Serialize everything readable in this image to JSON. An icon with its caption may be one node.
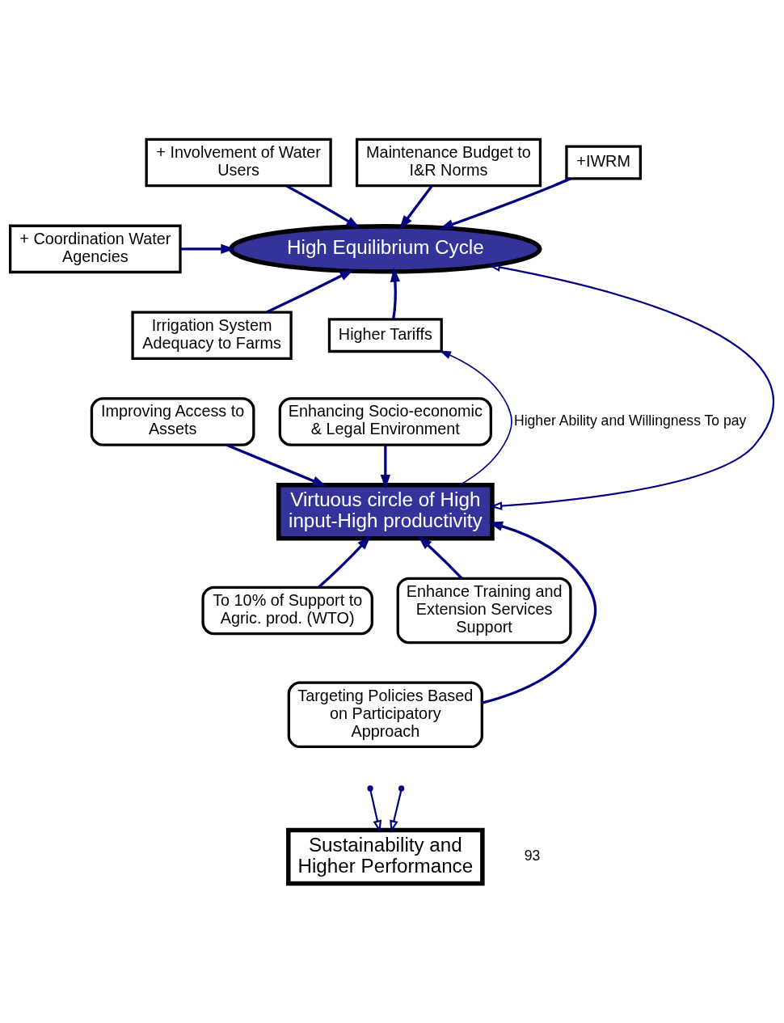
{
  "diagram": {
    "nodes": [
      {
        "text": [
          "+ Involvement of Water Users"
        ]
      },
      {
        "text": [
          "Maintenance Budget to I&R Norms"
        ]
      },
      {
        "text": [
          "+IWRM"
        ]
      },
      {
        "text": [
          "High Equilibrium Cycle"
        ]
      },
      {
        "text": [
          "+ Coordination Water Agencies"
        ]
      },
      {
        "text": [
          "Irrigation System Adequacy to Farms"
        ]
      },
      {
        "text": [
          "Higher Tariffs"
        ]
      },
      {
        "text": [
          "Enhancing Socio-economic & Legal Environment"
        ]
      },
      {
        "text": [
          "Improving Access to Assets"
        ]
      },
      {
        "text": [
          "Virtuous circle of High input-High productivity"
        ]
      },
      {
        "text": [
          "To 10% of Support to Agric. prod. (WTO)"
        ]
      },
      {
        "text": [
          "Enhance Training and Extension Services Support"
        ]
      },
      {
        "text": [
          "Targeting Policies Based on Participatory Approach"
        ]
      },
      {
        "text": [
          "Sustainability and Higher Performance"
        ]
      }
    ],
    "edges": [
      {
        "from": 0,
        "to": 3,
        "arrow": "to"
      },
      {
        "from": 1,
        "to": 3,
        "arrow": "to"
      },
      {
        "from": 2,
        "to": 3,
        "arrow": "to"
      },
      {
        "from": 4,
        "to": 3,
        "arrow": "to"
      },
      {
        "from": 5,
        "to": 3,
        "arrow": "to"
      },
      {
        "from": 6,
        "to": 3,
        "arrow": "to"
      },
      {
        "from": 9,
        "to": 6,
        "arrow": "to",
        "label": "Higher Ability and Willingness To pay"
      },
      {
        "from": 3,
        "to": 9,
        "arrow": "both"
      },
      {
        "from": 7,
        "to": 9,
        "arrow": "to"
      },
      {
        "from": 8,
        "to": 9,
        "arrow": "to"
      },
      {
        "from": 10,
        "to": 9,
        "arrow": "to"
      },
      {
        "from": 11,
        "to": 9,
        "arrow": "to"
      },
      {
        "from": 12,
        "to": 9,
        "arrow": "to"
      },
      {
        "from": null,
        "to": 13,
        "arrow": "to"
      },
      {
        "from": null,
        "to": 13,
        "arrow": "to"
      }
    ],
    "labels": [
      "93"
    ]
  }
}
